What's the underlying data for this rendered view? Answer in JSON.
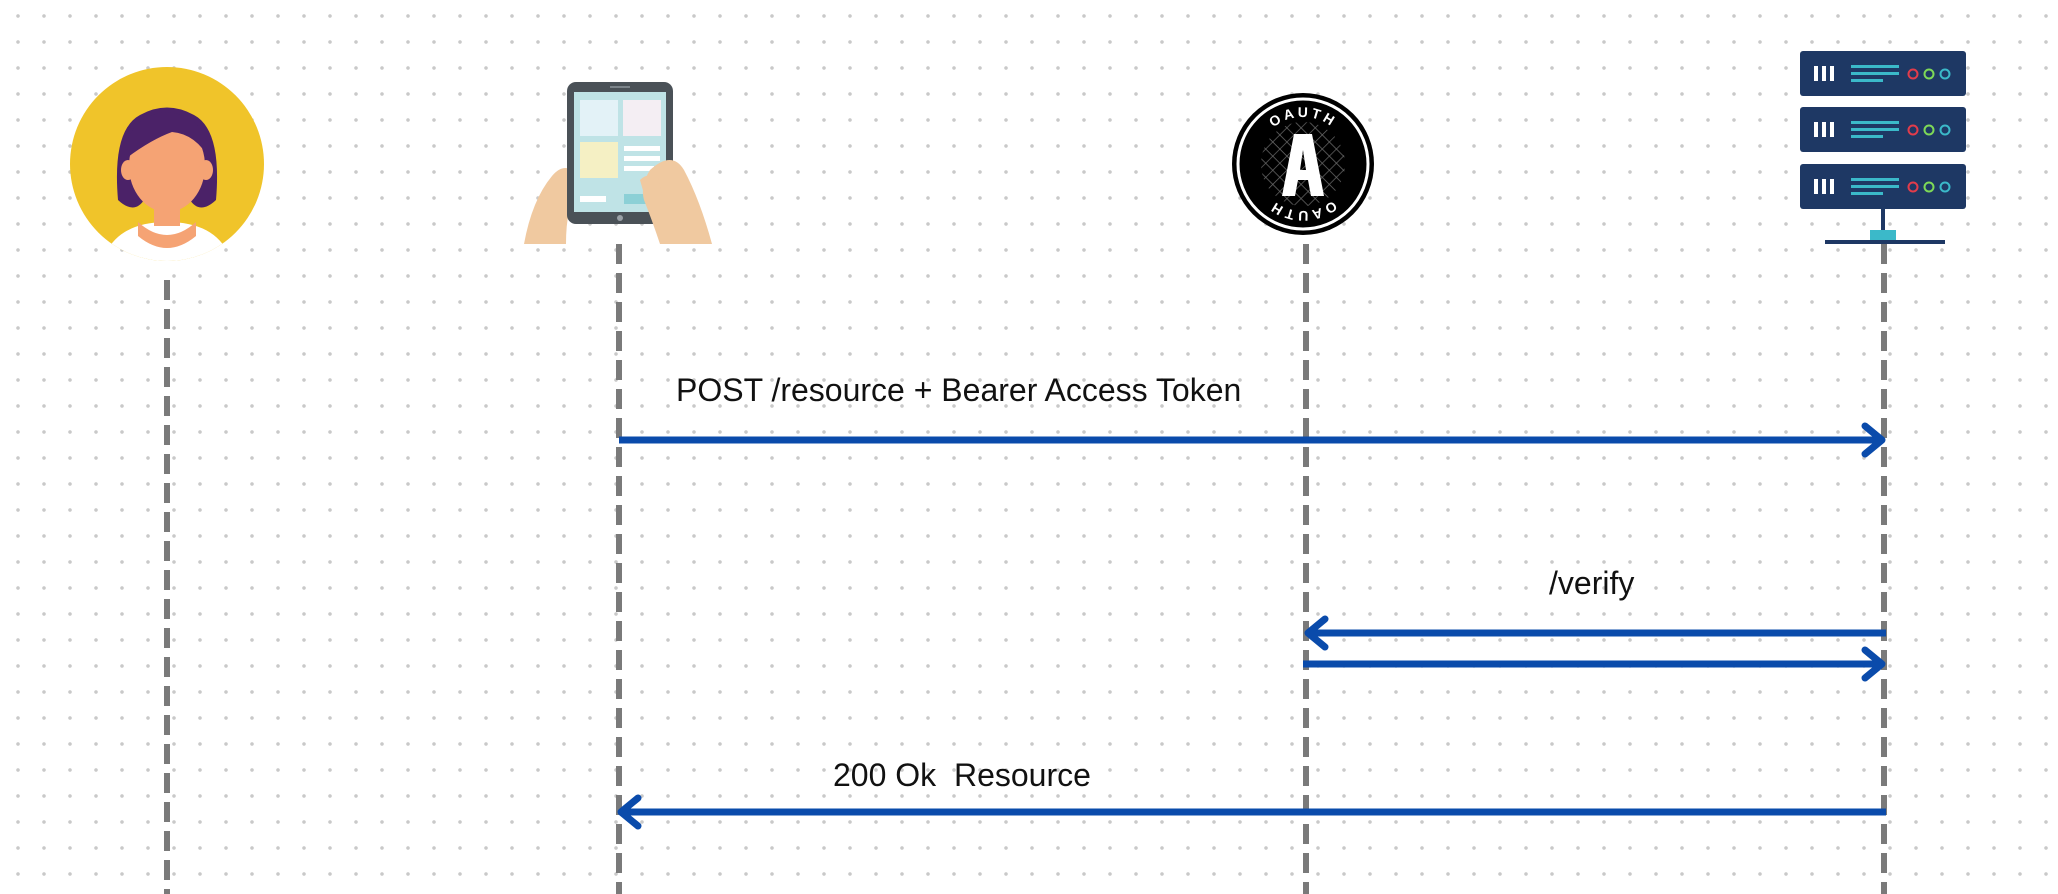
{
  "participants": [
    {
      "id": "user",
      "icon": "user-avatar-icon"
    },
    {
      "id": "client",
      "icon": "tablet-client-icon"
    },
    {
      "id": "auth-server",
      "icon": "oauth-logo-icon",
      "logo_text": "OAUTH"
    },
    {
      "id": "resource-server",
      "icon": "server-rack-icon"
    }
  ],
  "messages": [
    {
      "id": "post-resource",
      "label": "POST /resource + Bearer Access Token",
      "from": "client",
      "to": "resource-server"
    },
    {
      "id": "verify-request",
      "label": "/verify",
      "from": "resource-server",
      "to": "auth-server"
    },
    {
      "id": "verify-response",
      "label": "",
      "from": "auth-server",
      "to": "resource-server"
    },
    {
      "id": "ok-resource",
      "label": "200 Ok  Resource",
      "from": "resource-server",
      "to": "client"
    }
  ],
  "colors": {
    "arrow": "#0a4bab",
    "lifeline": "#7a7a7a",
    "avatar_bg": "#f0c42a",
    "avatar_hair": "#4b2268",
    "avatar_skin": "#f5a374",
    "server_body": "#1e3864",
    "server_accent": "#3bb9c9",
    "oauth_bg": "#000000"
  }
}
